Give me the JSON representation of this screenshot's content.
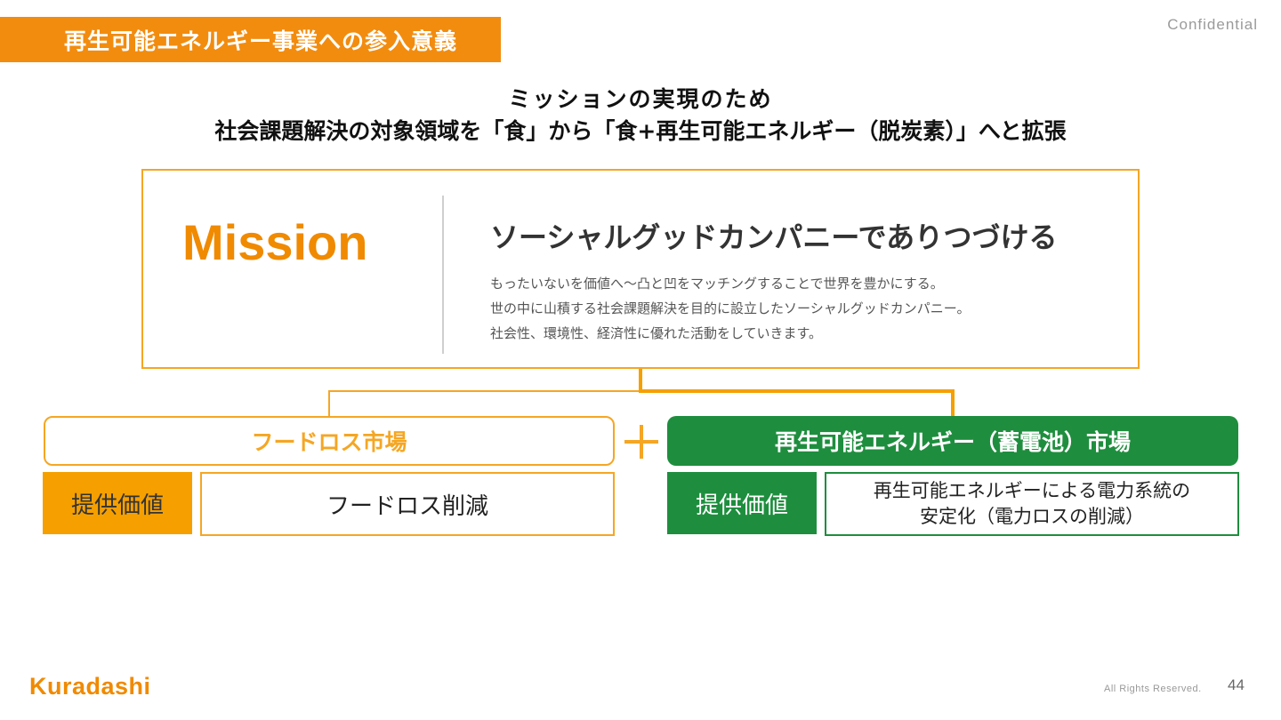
{
  "header": {
    "title": "再生可能エネルギー事業への参入意義",
    "confidential": "Confidential"
  },
  "headline": {
    "line1": "ミッションの実現のため",
    "line2": "社会課題解決の対象領域を「食」から「食+再生可能エネルギー（脱炭素）」へと拡張"
  },
  "mission": {
    "label": "Mission",
    "heading": "ソーシャルグッドカンパニーでありつづける",
    "body": [
      "もったいないを価値へ〜凸と凹をマッチングすることで世界を豊かにする。",
      "世の中に山積する社会課題解決を目的に設立したソーシャルグッドカンパニー。",
      "社会性、環境性、経済性に優れた活動をしていきます。"
    ]
  },
  "markets": {
    "food": {
      "name": "フードロス市場",
      "value_label": "提供価値",
      "value_text": "フードロス削減"
    },
    "energy": {
      "name": "再生可能エネルギー（蓄電池）市場",
      "value_label": "提供価値",
      "value_text_lines": [
        "再生可能エネルギーによる電力系統の",
        "安定化（電力ロスの削減）"
      ]
    }
  },
  "footer": {
    "logo": "Kuradashi",
    "rights": "All Rights Reserved.",
    "page": "44"
  },
  "colors": {
    "orange": "#F28C0F",
    "light_orange": "#F5A623",
    "green": "#1E8E3E"
  }
}
